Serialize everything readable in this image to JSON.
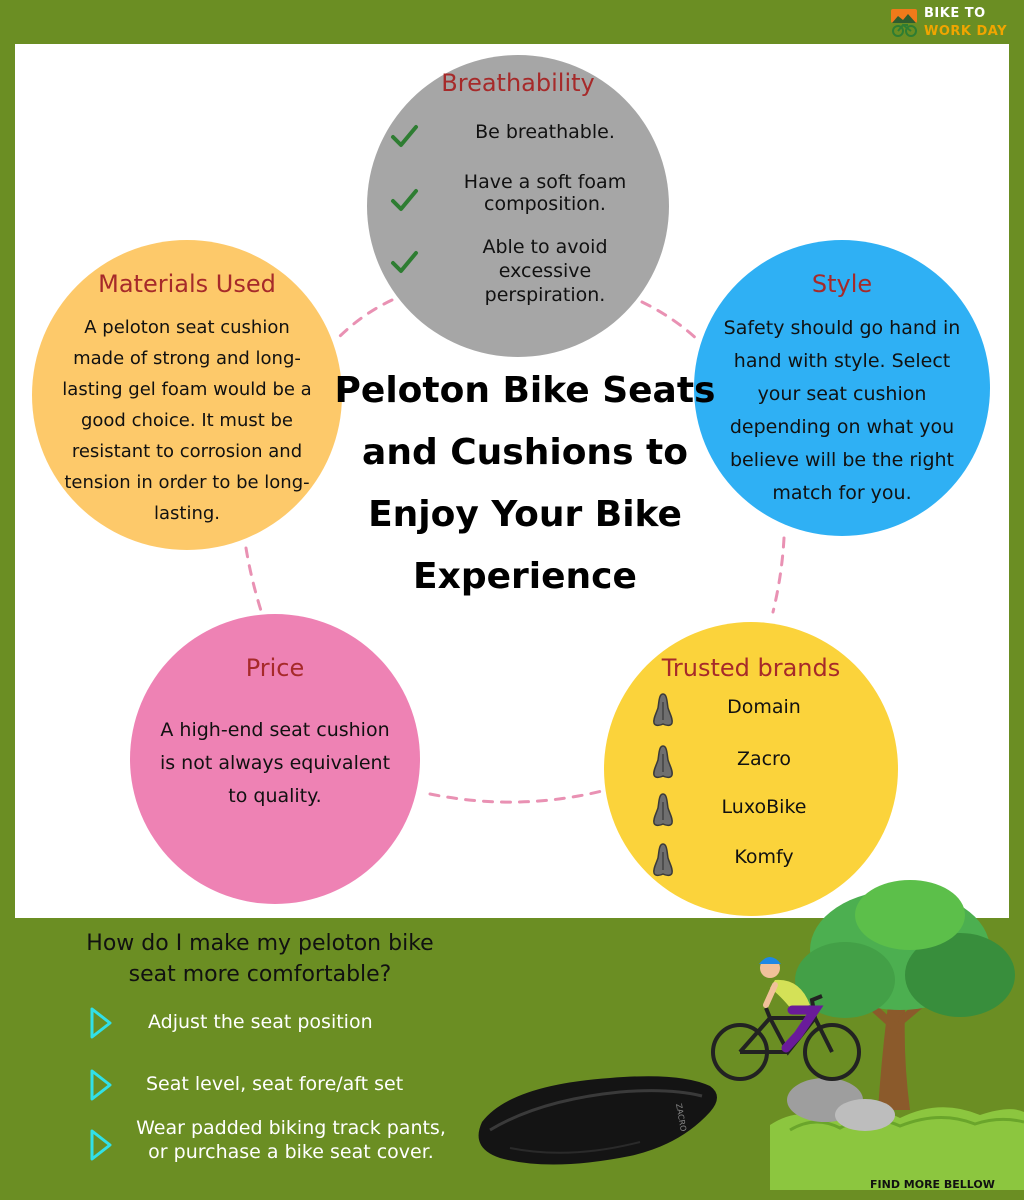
{
  "logo": {
    "line1": "BIKE TO",
    "line2": "WORK DAY"
  },
  "title": "Peloton Bike Seats and Cushions to Enjoy Your Bike Experience",
  "breathability": {
    "title": "Breathability",
    "items": [
      "Be breathable.",
      "Have a soft foam composition.",
      "Able to avoid excessive perspiration."
    ]
  },
  "materials": {
    "title": "Materials Used",
    "body": "A peloton seat cushion made of strong and long-lasting gel foam would be a good choice. It must be resistant to corrosion and tension in order to be long-lasting."
  },
  "style": {
    "title": "Style",
    "body": "Safety should go hand in hand with style. Select your seat cushion depending on what you believe will be the right match for you."
  },
  "price": {
    "title": "Price",
    "body": "A high-end seat cushion is not always equivalent to quality."
  },
  "brands": {
    "title": "Trusted brands",
    "items": [
      "Domain",
      "Zacro",
      "LuxoBike",
      "Komfy"
    ]
  },
  "question": "How do I make my peloton bike seat more comfortable?",
  "tips": [
    "Adjust the seat position",
    "Seat level, seat fore/aft set",
    "Wear padded biking track pants, or purchase a bike seat cover."
  ],
  "footer": "FIND MORE BELLOW",
  "colors": {
    "background": "#6b8e23",
    "breathability": "#a6a6a6",
    "materials": "#fdc96a",
    "style": "#2fb0f4",
    "price": "#ee82b4",
    "brands": "#fbd33b",
    "heading_red": "#a62a2a",
    "check_green": "#2e7d32",
    "arrow_cyan": "#31e0e8",
    "dash_pink": "#e991b3"
  },
  "icons": [
    "check-icon",
    "bike-seat-icon",
    "play-arrow-icon",
    "logo-icon"
  ]
}
